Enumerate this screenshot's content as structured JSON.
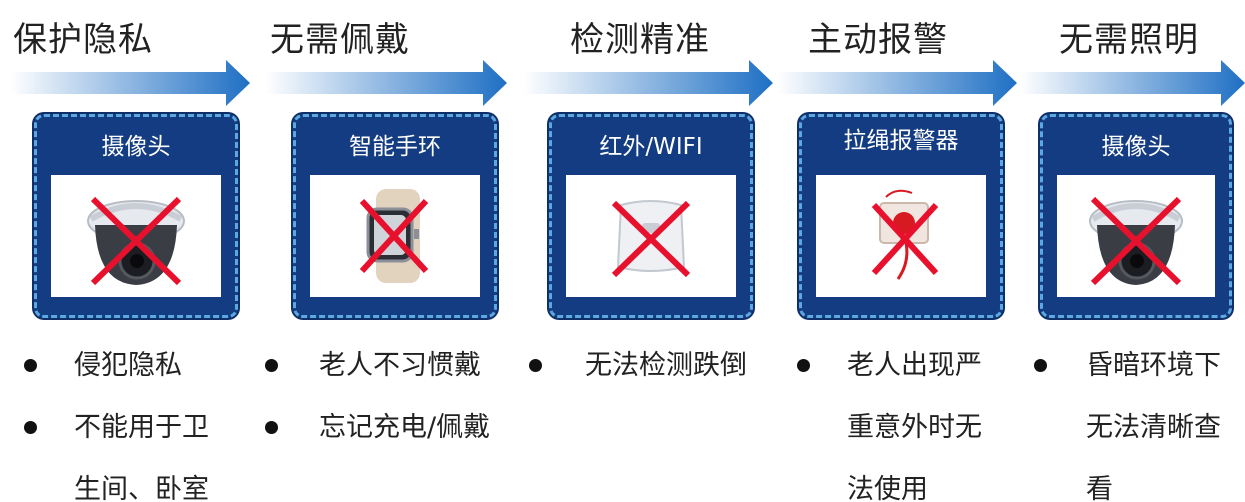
{
  "columns": [
    {
      "heading": "保护隐私",
      "card_title": "摄像头",
      "device_icon": "dome-camera-icon",
      "bullets": [
        {
          "lines": [
            "侵犯隐私"
          ]
        },
        {
          "lines": [
            "不能用于卫",
            "生间、卧室"
          ]
        }
      ]
    },
    {
      "heading": "无需佩戴",
      "card_title": "智能手环",
      "device_icon": "smartwatch-icon",
      "bullets": [
        {
          "lines": [
            "老人不习惯戴"
          ]
        },
        {
          "lines": [
            "忘记充电/佩戴"
          ]
        }
      ]
    },
    {
      "heading": "检测精准",
      "card_title": "红外/WIFI",
      "device_icon": "infrared-sensor-icon",
      "bullets": [
        {
          "lines": [
            "无法检测跌倒"
          ]
        }
      ]
    },
    {
      "heading": "主动报警",
      "card_title": "拉绳报警器",
      "device_icon": "pull-cord-alarm-icon",
      "bullets": [
        {
          "lines": [
            "老人出现严",
            "重意外时无",
            "法使用"
          ]
        }
      ]
    },
    {
      "heading": "无需照明",
      "card_title": "摄像头",
      "device_icon": "dome-camera-icon",
      "bullets": [
        {
          "lines": [
            "昏暗环境下",
            "无法清晰查",
            "看"
          ]
        }
      ]
    }
  ],
  "colors": {
    "arrow_blue": "#1e6fc4",
    "card_navy": "#143c82",
    "card_border": "#5da8e0",
    "cross_red": "#e8112d"
  }
}
